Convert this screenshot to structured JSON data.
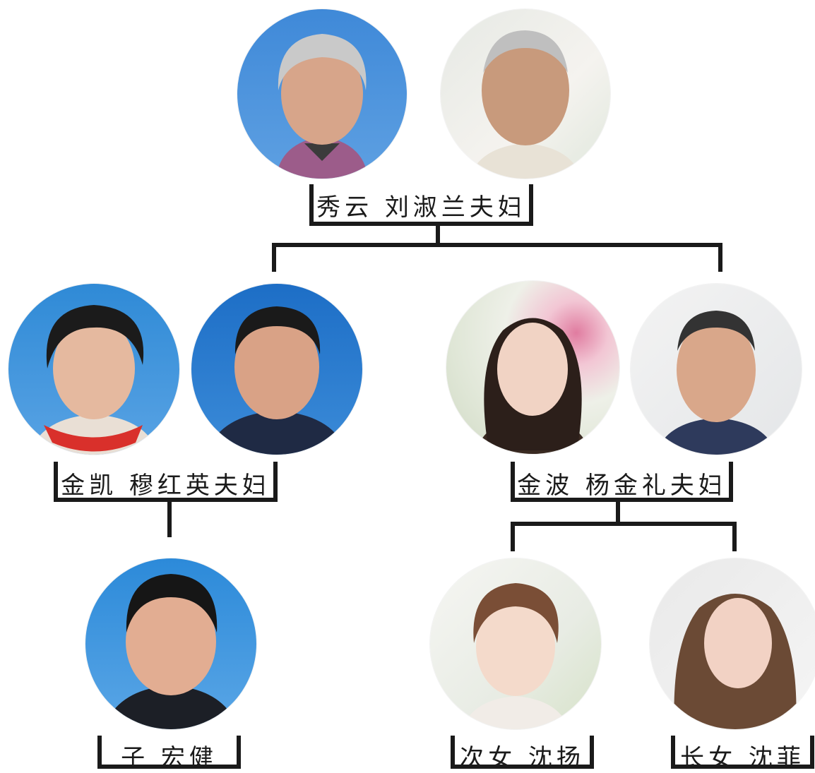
{
  "colors": {
    "line": "#1a1a1a",
    "studio_blue": "#3d8fd6",
    "studio_blue_dark": "#1d6ec6",
    "light_bg": "#eef1f4"
  },
  "generations": {
    "grandparents": {
      "label": "秀云 刘淑兰夫妇",
      "members": [
        {
          "name": "grandmother-photo",
          "bg": "studio-blue",
          "hair": "gray"
        },
        {
          "name": "grandfather-photo",
          "bg": "indoor-light",
          "hair": "gray-short"
        }
      ]
    },
    "left_couple": {
      "label": "金凯 穆红英夫妇",
      "members": [
        {
          "name": "mu-hongying-photo",
          "bg": "studio-blue",
          "hair": "black"
        },
        {
          "name": "jin-kai-photo",
          "bg": "studio-blue",
          "hair": "black-short"
        }
      ]
    },
    "right_couple": {
      "label": "金波 杨金礼夫妇",
      "members": [
        {
          "name": "jin-bo-photo",
          "bg": "floral-painting",
          "hair": "long-black"
        },
        {
          "name": "yang-jinli-photo",
          "bg": "indoor-light",
          "hair": "short"
        }
      ]
    },
    "son": {
      "label": "子 宏健",
      "photo": "hongjian-photo"
    },
    "second_daughter": {
      "label": "次女 沈扬",
      "photo": "shen-yang-photo"
    },
    "eldest_daughter": {
      "label": "长女 沈菲",
      "photo": "shen-fei-photo"
    }
  }
}
